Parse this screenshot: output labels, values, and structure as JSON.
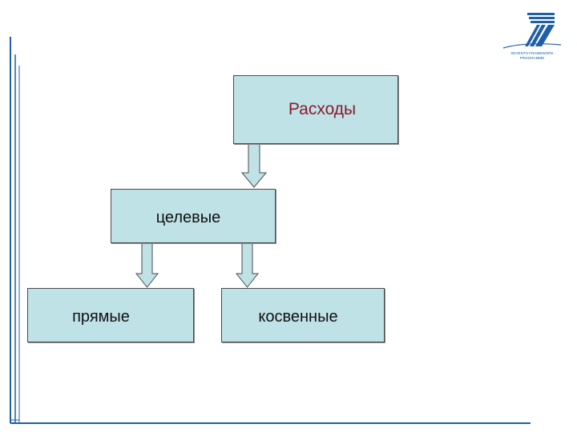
{
  "diagram": {
    "root": {
      "label": "Расходы"
    },
    "middle": {
      "label": "целевые"
    },
    "leaves": [
      {
        "label": "прямые"
      },
      {
        "label": "косвенные"
      }
    ]
  },
  "logo": {
    "name": "fp7-logo",
    "text": "SEVENTH FRAMEWORK PROGRAMME"
  },
  "colors": {
    "box_fill": "#bfe2e6",
    "arrow_fill": "#bfe2e6",
    "root_text": "#8b1a2b",
    "frame_line": "#1f5fa8",
    "logo_blue": "#1f5fa8"
  }
}
